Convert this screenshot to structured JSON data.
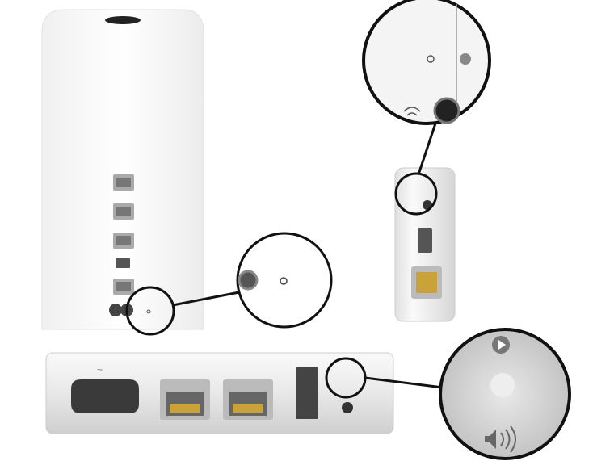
{
  "devices": [
    {
      "name": "airport-extreme",
      "ports": [
        "ethernet-icon",
        "ethernet-icon",
        "ethernet-icon",
        "usb-icon",
        "ethernet-icon",
        "power-icon"
      ]
    },
    {
      "name": "airport-express-vertical",
      "ports": [
        "reset-button-icon",
        "usb-icon",
        "ethernet-icon"
      ]
    },
    {
      "name": "airport-express-horizontal",
      "ports": [
        "power-icon",
        "ethernet-icon",
        "ethernet-icon",
        "usb-icon",
        "play-icon",
        "reset-button-icon",
        "audio-icon"
      ]
    }
  ],
  "colors": {
    "outline": "#111111",
    "device_body": "#f4f4f4",
    "callout_fill": "#d9d9d9",
    "port_metal": "#b8b8b8",
    "port_gold": "#c9a23a"
  }
}
